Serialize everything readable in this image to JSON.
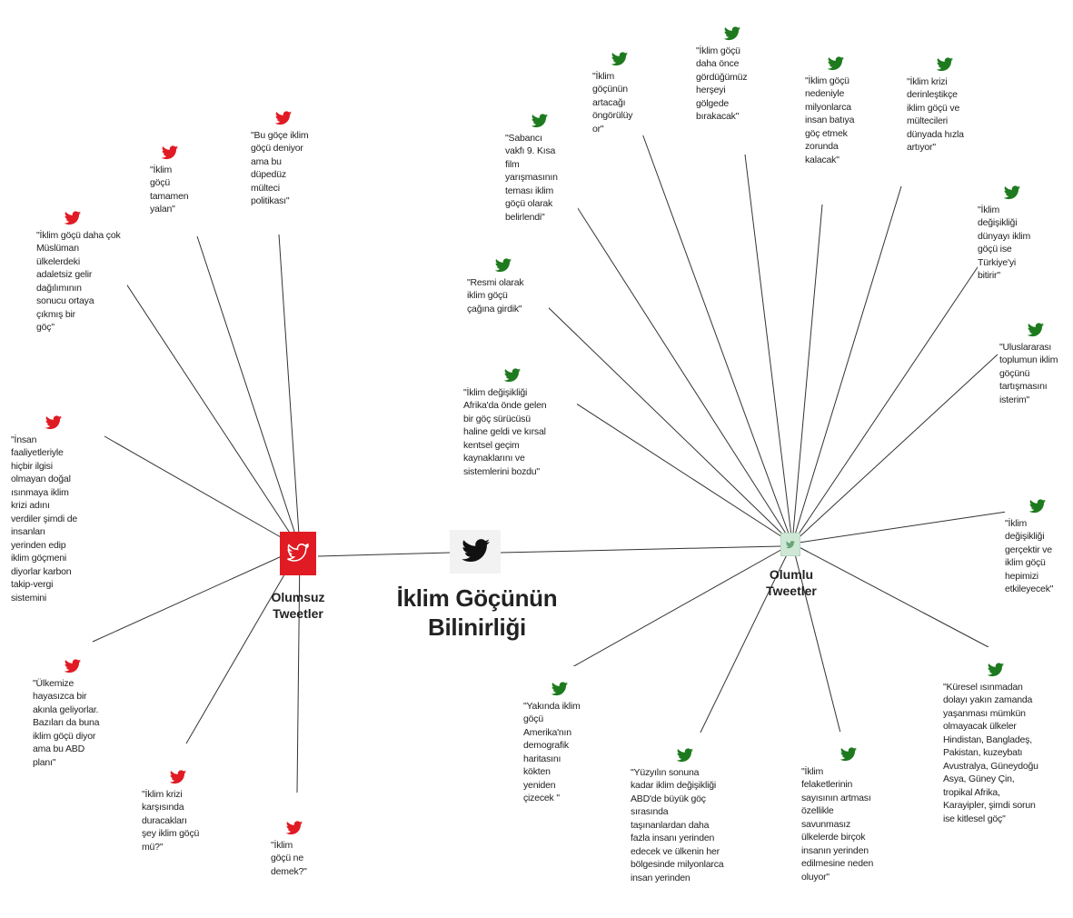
{
  "diagram": {
    "title": "İklim Göçünün\nBilinirliği",
    "negative_hub_label": "Olumsuz\nTweetler",
    "positive_hub_label": "Olumlu\nTweetler",
    "colors": {
      "negative": "#e01b24",
      "positive": "#1e7a1e",
      "positive_hub": "#cfe8d6",
      "center": "#111111",
      "line": "#333333"
    },
    "negative_tweets": [
      "\"İklim göçü daha çok\nMüslüman\nülkelerdeki\nadaletsiz gelir\ndağılımının\nsonucu ortaya\nçıkmış bir\ngöç\"",
      "\"İklim\ngöçü\ntamamen\nyalan\"",
      "\"Bu göçe iklim\ngöçü deniyor\nama bu\ndüpedüz\nmülteci\npolitikası\"",
      "\"İnsan\nfaaliyetleriyle\nhiçbir ilgisi\nolmayan doğal\nısınmaya iklim\nkrizi adını\nverdiler şimdi de\ninsanları\nyerinden edip\niklim göçmeni\ndiyorlar karbon\ntakip-vergi\nsistemini",
      "\"Ülkemize\nhayasızca bir\nakınla geliyorlar.\nBazıları da buna\niklim göçü diyor\nama bu ABD\nplanı\"",
      "\"İklim krizi\nkarşısında\nduracakları\nşey iklim göçü\nmü?\"",
      "\"İklim\ngöçü ne\ndemek?\""
    ],
    "positive_tweets": [
      "\"Sabancı\nvakfı 9. Kısa\nfilm\nyarışmasının\nteması iklim\ngöçü olarak\nbelirlendi\"",
      "\"İklim\ngöçünün\nartacağı\nöngörülüy\nor\"",
      "\"İklim göçü\ndaha önce\ngördüğümüz\nherşeyi\ngölgede\nbırakacak\"",
      "\"İklim göçü\nnedeniyle\nmilyonlarca\ninsan batıya\ngöç etmek\nzorunda\nkalacak\"",
      "\"İklim krizi\nderinleştikçe\niklim göçü ve\nmültecileri\ndünyada hızla\nartıyor\"",
      "\"Resmi olarak\niklim göçü\nçağına girdik\"",
      "\"İklim\ndeğişikliği\ndünyayı iklim\ngöçü ise\nTürkiye'yi\nbitirir\"",
      "\"Uluslararası\ntoplumun iklim\ngöçünü\ntartışmasını\nisterim\"",
      "\"İklim değişikliği\nAfrika'da önde gelen\nbir göç sürücüsü\nhaline geldi ve kırsal\nkentsel geçim\nkaynaklarını ve\nsistemlerini bozdu\"",
      "\"İklim\ndeğişikliği\ngerçektir ve\niklim göçü\nhepimizi\netkileyecek\"",
      "\"Yakında iklim\ngöçü\nAmerika'nın\ndemografik\nharitasını\nkökten\nyeniden\nçizecek \"",
      "\"Yüzyılın sonuna\nkadar iklim değişikliği\nABD'de büyük göç\nsırasında\ntaşınanlardan daha\nfazla insanı yerinden\nedecek ve ülkenin her\nbölgesinde milyonlarca\ninsan yerinden",
      "\"İklim\nfelaketlerinin\nsayısının artması\nözellikle\nsavunmasız\nülkelerde birçok\ninsanın yerinden\nedilmesine neden\noluyor\"",
      "\"Küresel ısınmadan\ndolayı yakın zamanda\nyaşanması mümkün\nolmayacak ülkeler\nHindistan, Bangladeş,\nPakistan, kuzeybatı\nAvustralya, Güneydoğu\nAsya, Güney Çin,\ntropikal Afrika,\nKarayipler, şimdi sorun\nise kitlesel göç\""
    ]
  }
}
